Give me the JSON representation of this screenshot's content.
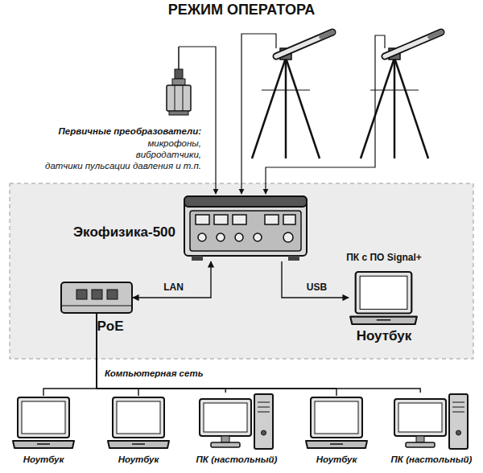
{
  "diagram": {
    "title": "РЕЖИМ ОПЕРАТОРА",
    "nodes": [
      {
        "text": [
          "Экофизика-500"
        ]
      },
      {
        "text": [
          "ПК с ПО Signal+",
          "Ноутбук"
        ]
      },
      {
        "text": [
          "PoE"
        ]
      },
      {
        "text": [
          "Ноутбук"
        ]
      },
      {
        "text": [
          "Ноутбук"
        ]
      },
      {
        "text": [
          "ПК (настольный)"
        ]
      },
      {
        "text": [
          "Ноутбук"
        ]
      },
      {
        "text": [
          "ПК (настольный)"
        ]
      }
    ],
    "edges": [
      {
        "from": 0,
        "to": 2,
        "label": "LAN",
        "arrow": "both"
      },
      {
        "from": 0,
        "to": 1,
        "label": "USB",
        "arrow": "to"
      },
      {
        "from": 2,
        "to": 3,
        "arrow": "none"
      },
      {
        "from": 2,
        "to": 4,
        "arrow": "none"
      },
      {
        "from": 2,
        "to": 5,
        "arrow": "none"
      },
      {
        "from": 2,
        "to": 6,
        "arrow": "none"
      },
      {
        "from": 2,
        "to": 7,
        "arrow": "none"
      }
    ],
    "labels": [
      "Первичные преобразователи:",
      "микрофоны,",
      "вибродатчики,",
      "датчики пульсации давления и т.п.",
      "Компьютерная сеть"
    ]
  }
}
